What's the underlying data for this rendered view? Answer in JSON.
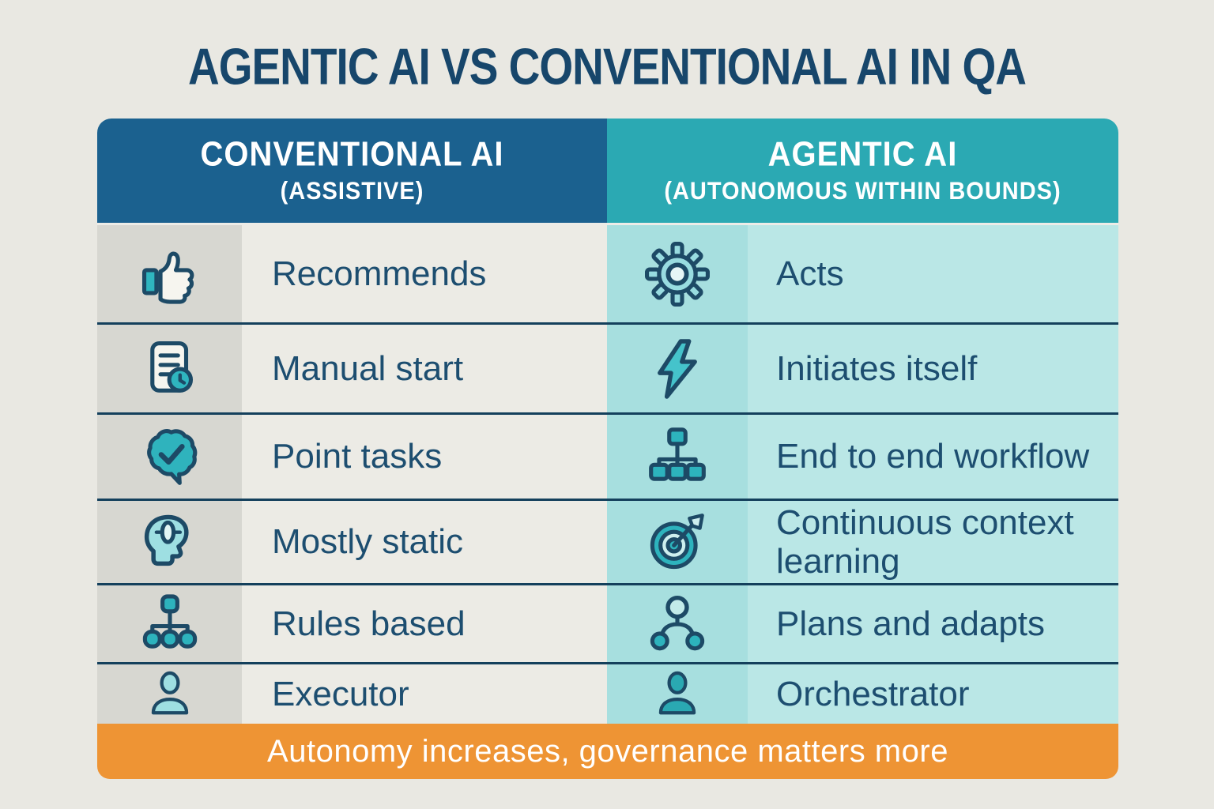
{
  "title": "AGENTIC AI VS CONVENTIONAL AI IN QA",
  "table": {
    "headers": {
      "left": {
        "title": "CONVENTIONAL AI",
        "subtitle": "(ASSISTIVE)"
      },
      "right": {
        "title": "AGENTIC AI",
        "subtitle": "(AUTONOMOUS WITHIN BOUNDS)"
      }
    },
    "rows": [
      {
        "left": {
          "icon": "thumbs-up-icon",
          "label": "Recommends"
        },
        "right": {
          "icon": "gear-icon",
          "label": "Acts"
        }
      },
      {
        "left": {
          "icon": "document-clock-icon",
          "label": "Manual start"
        },
        "right": {
          "icon": "lightning-icon",
          "label": "Initiates itself"
        }
      },
      {
        "left": {
          "icon": "brain-check-icon",
          "label": "Point tasks"
        },
        "right": {
          "icon": "workflow-hierarchy-icon",
          "label": "End to end workflow"
        }
      },
      {
        "left": {
          "icon": "head-profile-icon",
          "label": "Mostly static"
        },
        "right": {
          "icon": "target-arrow-icon",
          "label": "Continuous context learning"
        }
      },
      {
        "left": {
          "icon": "rules-hierarchy-icon",
          "label": "Rules based"
        },
        "right": {
          "icon": "person-network-icon",
          "label": "Plans and adapts"
        }
      },
      {
        "left": {
          "icon": "person-icon",
          "label": "Executor"
        },
        "right": {
          "icon": "person-icon",
          "label": "Orchestrator"
        }
      }
    ]
  },
  "footer": {
    "label": "Autonomy increases, governance matters more"
  },
  "colors": {
    "page_background": "#e9e8e2",
    "title_text": "#17466b",
    "header_left_bg": "#1b618f",
    "header_right_bg": "#2ba9b3",
    "header_text": "#ffffff",
    "left_icon_col_bg": "#d7d7d1",
    "left_text_col_bg": "#ecebe5",
    "right_icon_col_bg": "#a7dfdf",
    "right_text_col_bg": "#bae7e6",
    "row_divider": "#14405c",
    "label_text": "#1d4e70",
    "accent_teal": "#2fb5bf",
    "banner_bg": "#ee9434",
    "banner_text": "#ffffff"
  }
}
